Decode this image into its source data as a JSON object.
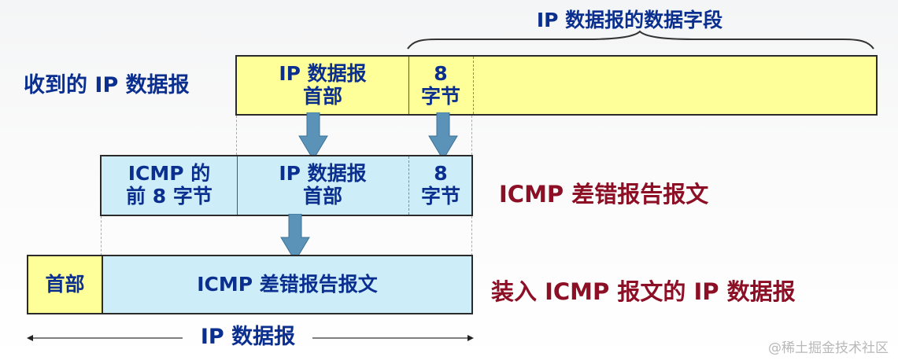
{
  "top_brace": {
    "label": "IP 数据报的数据字段"
  },
  "received_datagram": {
    "label": "收到的 IP 数据报",
    "header_cell": {
      "line1": "IP 数据报",
      "line2": "首部"
    },
    "eight_bytes_cell": {
      "line1": "8",
      "line2": "字节"
    },
    "fill_color": "#ffff99"
  },
  "icmp_error_message": {
    "label": "ICMP 差错报告报文",
    "icmp_header_cell": {
      "line1": "ICMP 的",
      "line2": "前 8 字节"
    },
    "ip_header_cell": {
      "line1": "IP 数据报",
      "line2": "首部"
    },
    "eight_bytes_cell": {
      "line1": "8",
      "line2": "字节"
    },
    "fill_color": "#cdeef8"
  },
  "encapsulated_datagram": {
    "label": "装入 ICMP 报文的 IP 数据报",
    "header_cell": "首部",
    "payload_cell": "ICMP 差错报告报文"
  },
  "length_arrow": {
    "label": "IP 数据报"
  },
  "colors": {
    "blue_text": "#0b2f8f",
    "red_text": "#8c0f25",
    "arrow": "#5b93b8"
  },
  "watermark": "@稀土掘金技术社区"
}
